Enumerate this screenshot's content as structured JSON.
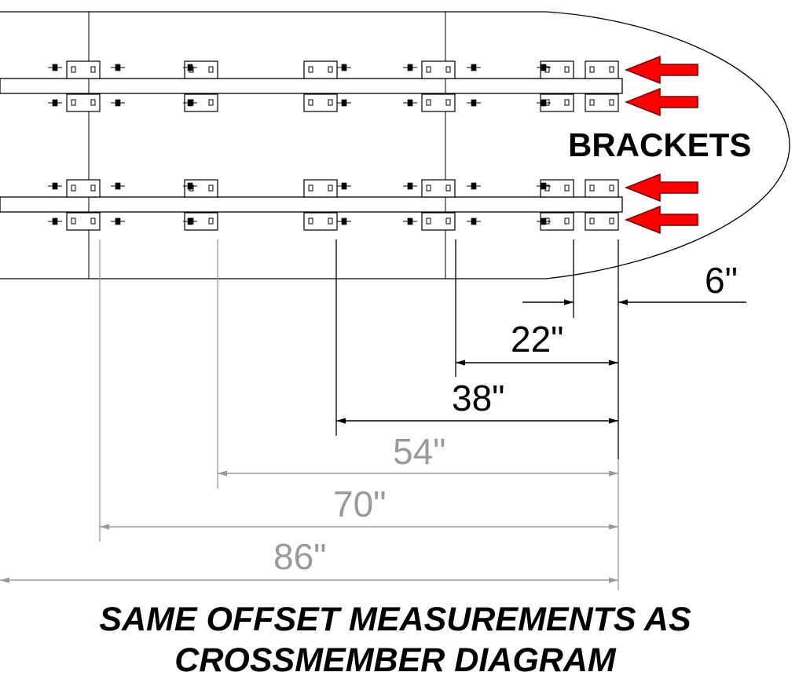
{
  "callout": {
    "label": "BRACKETS"
  },
  "dimensions": [
    {
      "label": "6\"",
      "tone": "black"
    },
    {
      "label": "22\"",
      "tone": "black"
    },
    {
      "label": "38\"",
      "tone": "black"
    },
    {
      "label": "54\"",
      "tone": "gray"
    },
    {
      "label": "70\"",
      "tone": "gray"
    },
    {
      "label": "86\"",
      "tone": "gray"
    }
  ],
  "caption": {
    "line1": "SAME OFFSET MEASUREMENTS AS",
    "line2": "CROSSMEMBER DIAGRAM"
  },
  "colors": {
    "arrow": "#ff0000",
    "line": "#000000",
    "dim_gray": "#9a9a9a"
  }
}
